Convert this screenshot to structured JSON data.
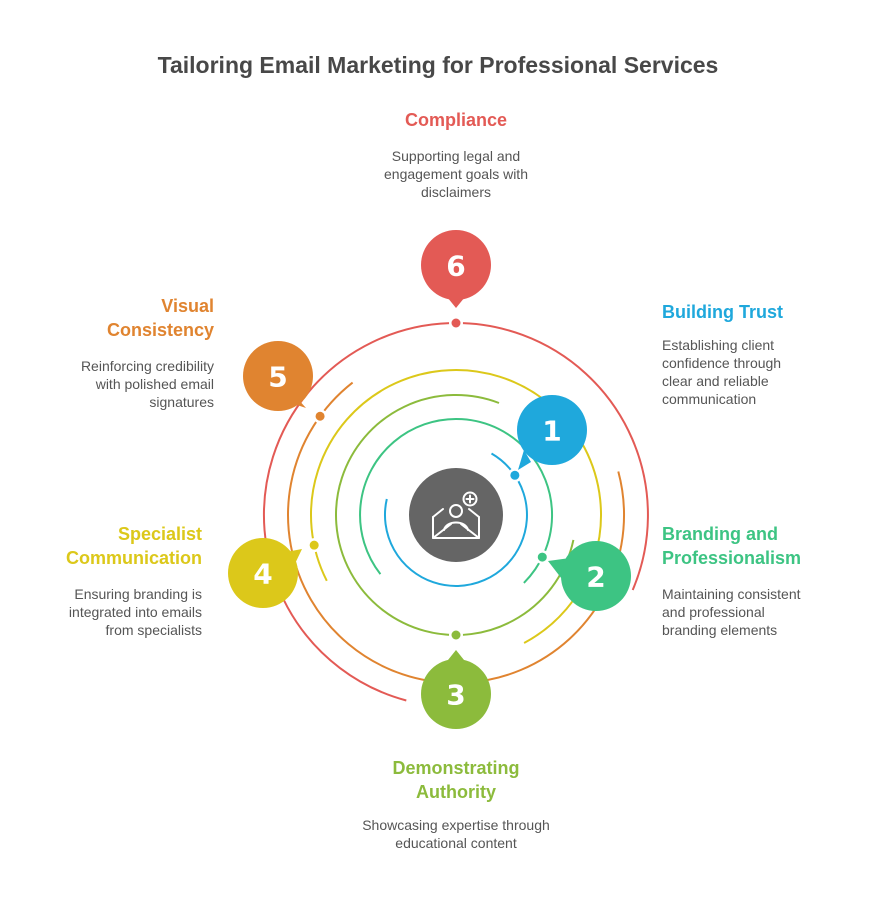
{
  "title": "Tailoring Email Marketing for Professional Services",
  "center_icon": "email-add-user-icon",
  "colors": {
    "center": "#656565",
    "text": "#555555",
    "title": "#484848"
  },
  "steps": [
    {
      "number": "1",
      "title": "Building Trust",
      "description": "Establishing client confidence through clear and reliable communication",
      "color": "#1FA8DC"
    },
    {
      "number": "2",
      "title": "Branding and Professionalism",
      "description": "Maintaining consistent and professional branding elements",
      "color": "#3DC483"
    },
    {
      "number": "3",
      "title": "Demonstrating Authority",
      "description": "Showcasing expertise through educational content",
      "color": "#8CBB3C"
    },
    {
      "number": "4",
      "title": "Specialist Communication",
      "description": "Ensuring branding is integrated into emails from specialists",
      "color": "#DCC81A"
    },
    {
      "number": "5",
      "title": "Visual Consistency",
      "description": "Reinforcing credibility with polished email signatures",
      "color": "#E08430"
    },
    {
      "number": "6",
      "title": "Compliance",
      "description": "Supporting legal and engagement goals with disclaimers",
      "color": "#E35A55"
    }
  ],
  "text_lines": {
    "s1_title": [
      "Building Trust"
    ],
    "s1_desc": [
      "Establishing client",
      "confidence through",
      "clear and reliable",
      "communication"
    ],
    "s2_title": [
      "Branding and",
      "Professionalism"
    ],
    "s2_desc": [
      "Maintaining consistent",
      "and professional",
      "branding elements"
    ],
    "s3_title": [
      "Demonstrating",
      "Authority"
    ],
    "s3_desc": [
      "Showcasing expertise through",
      "educational content"
    ],
    "s4_title": [
      "Specialist",
      "Communication"
    ],
    "s4_desc": [
      "Ensuring branding is",
      "integrated into emails",
      "from specialists"
    ],
    "s5_title": [
      "Visual",
      "Consistency"
    ],
    "s5_desc": [
      "Reinforcing credibility",
      "with polished email",
      "signatures"
    ],
    "s6_title": [
      "Compliance"
    ],
    "s6_desc": [
      "Supporting legal and",
      "engagement goals with",
      "disclaimers"
    ]
  }
}
